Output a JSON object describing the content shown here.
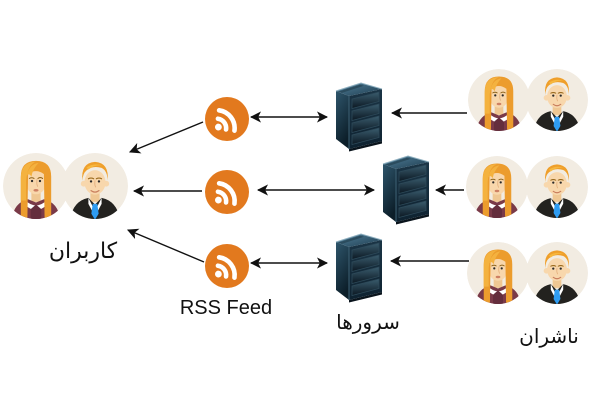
{
  "diagram": {
    "title": "RSS feed distribution diagram",
    "labels": {
      "users": "کاربران",
      "rss_feed": "RSS Feed",
      "servers": "سرورها",
      "publishers": "ناشران"
    },
    "nodes": [
      {
        "id": "users",
        "type": "avatar-pair",
        "label": "کاربران"
      },
      {
        "id": "rss-1",
        "type": "rss-feed-icon"
      },
      {
        "id": "rss-2",
        "type": "rss-feed-icon"
      },
      {
        "id": "rss-3",
        "type": "rss-feed-icon"
      },
      {
        "id": "server-1",
        "type": "server-rack"
      },
      {
        "id": "server-2",
        "type": "server-rack"
      },
      {
        "id": "server-3",
        "type": "server-rack"
      },
      {
        "id": "publishers-1",
        "type": "avatar-pair"
      },
      {
        "id": "publishers-2",
        "type": "avatar-pair"
      },
      {
        "id": "publishers-3",
        "type": "avatar-pair"
      }
    ],
    "edges": [
      {
        "from": "rss-1",
        "to": "users",
        "bidirectional": false
      },
      {
        "from": "rss-2",
        "to": "users",
        "bidirectional": false
      },
      {
        "from": "rss-3",
        "to": "users",
        "bidirectional": false
      },
      {
        "from": "rss-1",
        "to": "server-1",
        "bidirectional": true
      },
      {
        "from": "rss-2",
        "to": "server-2",
        "bidirectional": true
      },
      {
        "from": "rss-3",
        "to": "server-3",
        "bidirectional": true
      },
      {
        "from": "publishers-1",
        "to": "server-1",
        "bidirectional": false
      },
      {
        "from": "publishers-2",
        "to": "server-2",
        "bidirectional": false
      },
      {
        "from": "publishers-3",
        "to": "server-3",
        "bidirectional": false
      }
    ],
    "colors": {
      "background": "#FFFFFF",
      "arrow": "#111111",
      "rss_orange": "#E2791E",
      "avatar_circle_bg": "#F2ECE2",
      "woman_top_maroon": "#7A3A48",
      "man_suit_black": "#23221F",
      "tie_blue": "#2E9CF2",
      "hair_orange": "#EC9C2D",
      "skin": "#F8D7AC",
      "server_front": "#142C3A",
      "server_top": "#4A768C"
    }
  }
}
